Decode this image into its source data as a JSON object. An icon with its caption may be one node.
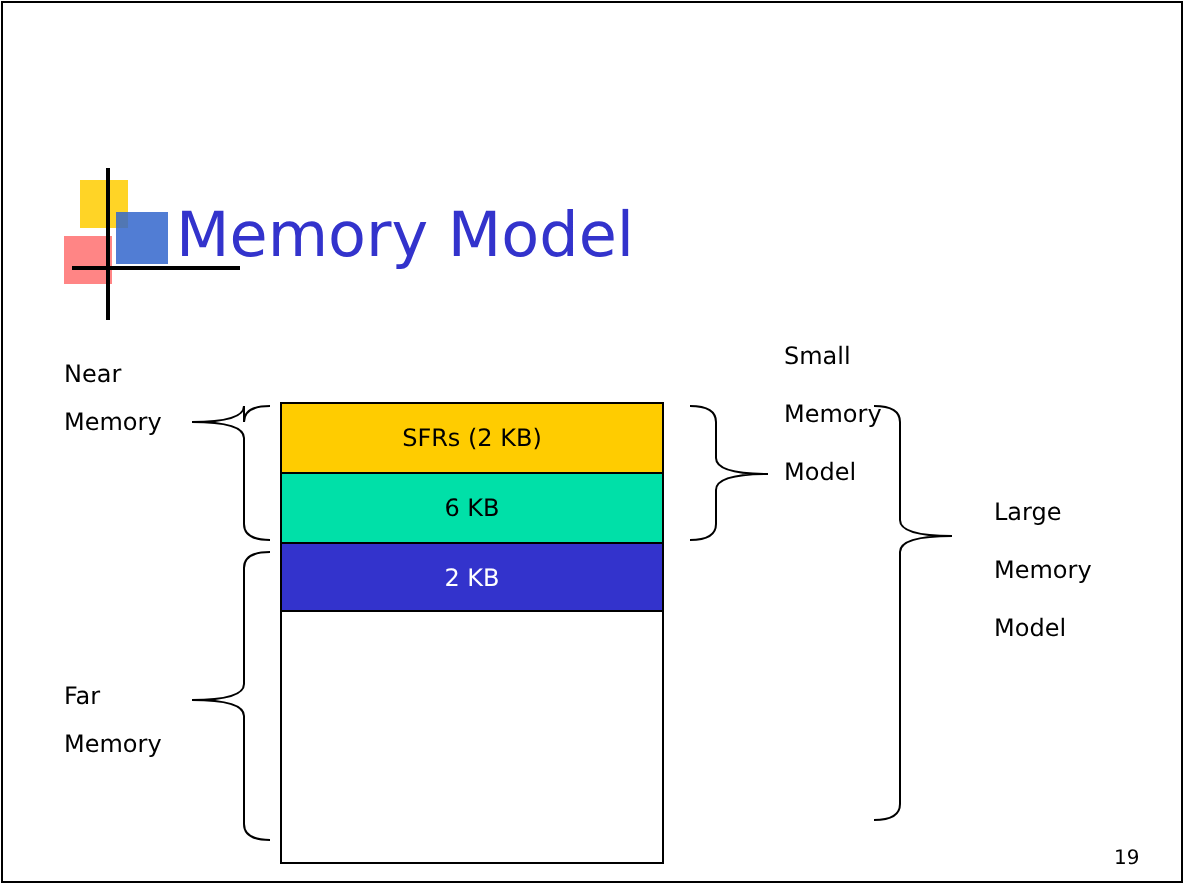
{
  "diagram": {
    "title": "Memory Model",
    "nodes": [
      {
        "text": [
          "SFRs (2 KB)"
        ]
      },
      {
        "text": [
          "6 KB"
        ]
      },
      {
        "text": [
          "2 KB"
        ]
      },
      {
        "text": [],
        "shape": "box"
      }
    ],
    "labels": [
      "Near Memory",
      "Far Memory",
      "Small Memory Model",
      "Large Memory Model",
      "19"
    ]
  }
}
